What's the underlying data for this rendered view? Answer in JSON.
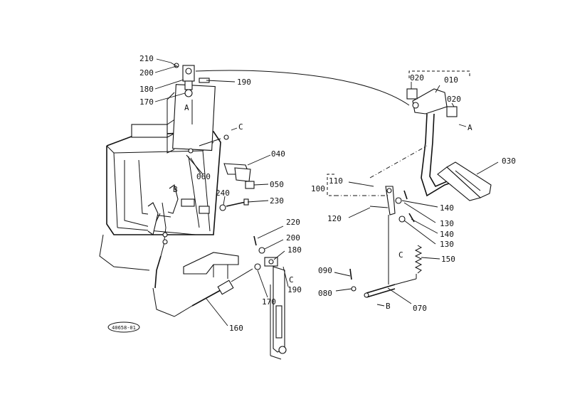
{
  "stamp": "40658-01",
  "letter_labels": {
    "a_top": "A",
    "a_right": "A",
    "b_left": "B",
    "b_bottom": "B",
    "c_top": "C",
    "c_spring": "C",
    "c_lower": "C"
  },
  "part_labels": {
    "p210": "210",
    "p200a": "200",
    "p180a": "180",
    "p170a": "170",
    "p190a": "190",
    "p020a": "020",
    "p010": "010",
    "p020b": "020",
    "p030": "030",
    "p040": "040",
    "p060": "060",
    "p050": "050",
    "p240": "240",
    "p230": "230",
    "p110": "110",
    "p100": "100",
    "p120": "120",
    "p140a": "140",
    "p130a": "130",
    "p140b": "140",
    "p130b": "130",
    "p150": "150",
    "p220": "220",
    "p200b": "200",
    "p180b": "180",
    "p190b": "190",
    "p170b": "170",
    "p090": "090",
    "p080": "080",
    "p070": "070",
    "p160": "160"
  }
}
